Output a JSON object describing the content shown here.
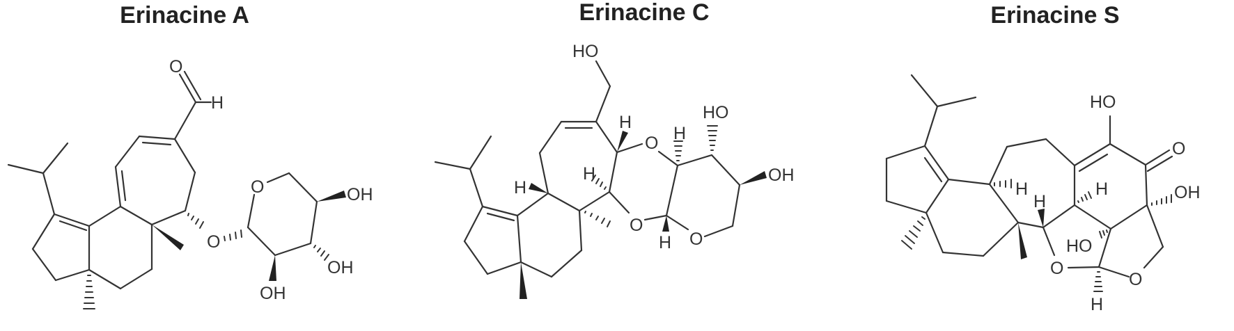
{
  "figure": {
    "compounds": [
      {
        "name": "Erinacine A",
        "labels": {
          "aldehyde_o": "O",
          "aldehyde_h": "H",
          "glycosidic_o": "O",
          "ring_o": "O",
          "oh_1": "OH",
          "oh_2": "OH",
          "oh_3": "OH"
        }
      },
      {
        "name": "Erinacine C",
        "labels": {
          "ho_top": "HO",
          "ho_ring": "HO",
          "oh_right": "OH",
          "o_1": "O",
          "o_2": "O",
          "o_3": "O",
          "h_1": "H",
          "h_2": "H",
          "h_3": "H",
          "h_4": "H",
          "h_5": "H"
        }
      },
      {
        "name": "Erinacine S",
        "labels": {
          "ho_top": "HO",
          "ketone_o": "O",
          "oh_right": "OH",
          "ho_inner": "HO",
          "o_1": "O",
          "o_2": "O",
          "h_1": "H",
          "h_2": "H",
          "h_3": "H",
          "h_4": "H"
        }
      }
    ]
  }
}
